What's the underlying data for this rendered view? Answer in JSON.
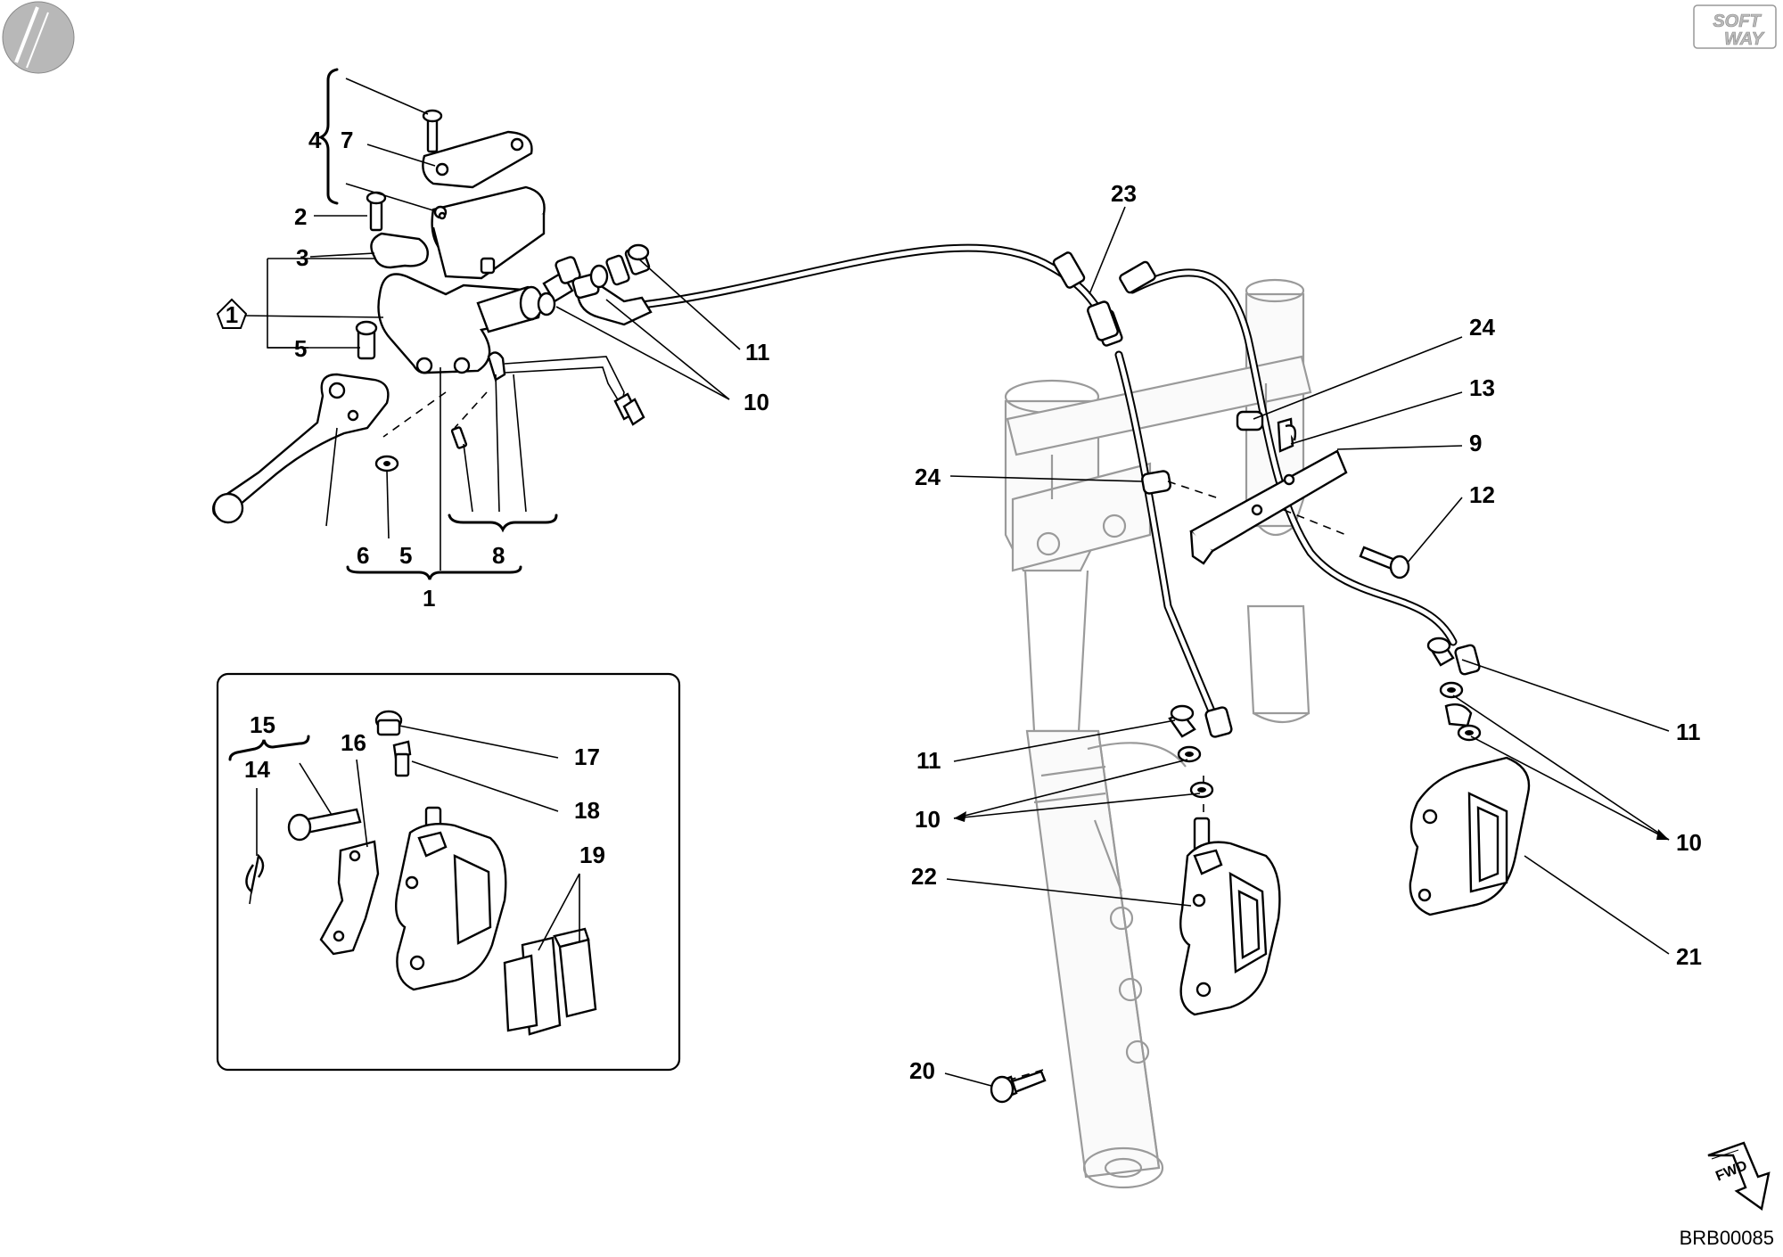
{
  "diagram": {
    "code": "BRB00085",
    "logo_top": "SOFT",
    "logo_bottom": "WAY",
    "fwd_label": "FWD",
    "callouts": {
      "c1_pentagon": "1",
      "c1": "1",
      "c2": "2",
      "c3": "3",
      "c4": "4",
      "c5a": "5",
      "c5b": "5",
      "c6": "6",
      "c7": "7",
      "c8": "8",
      "c9": "9",
      "c10a": "10",
      "c10b": "10",
      "c10c": "10",
      "c11a": "11",
      "c11b": "11",
      "c11c": "11",
      "c12": "12",
      "c13": "13",
      "c14": "14",
      "c15": "15",
      "c16": "16",
      "c17": "17",
      "c18": "18",
      "c19": "19",
      "c20": "20",
      "c21": "21",
      "c22": "22",
      "c23": "23",
      "c24a": "24",
      "c24b": "24"
    }
  }
}
